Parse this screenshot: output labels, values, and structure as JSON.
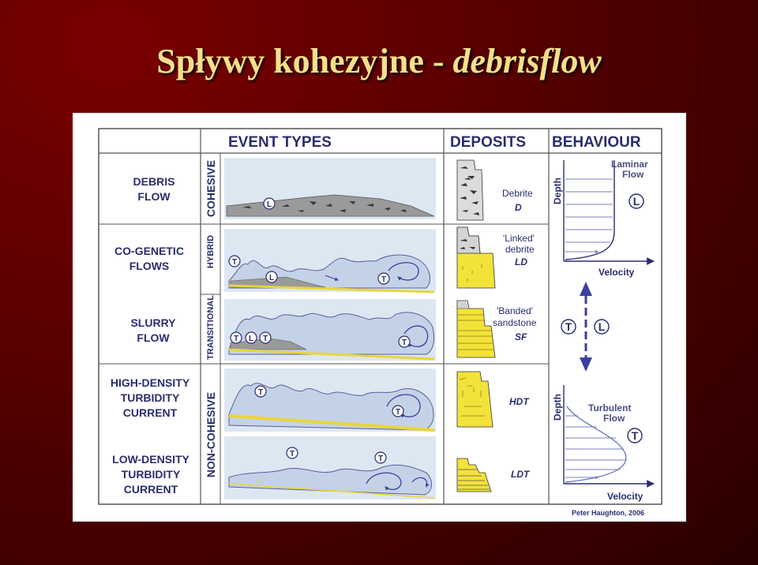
{
  "slide": {
    "title_plain": "Spływy kohezyjne - ",
    "title_italic": "debrisflow"
  },
  "figure": {
    "headers": {
      "events": "EVENT TYPES",
      "deposits": "DEPOSITS",
      "behaviour": "BEHAVIOUR"
    },
    "rows": [
      {
        "l1": "DEBRIS",
        "l2": "FLOW",
        "l3": ""
      },
      {
        "l1": "CO-GENETIC",
        "l2": "FLOWS",
        "l3": ""
      },
      {
        "l1": "SLURRY",
        "l2": "FLOW",
        "l3": ""
      },
      {
        "l1": "HIGH-DENSITY",
        "l2": "TURBIDITY",
        "l3": "CURRENT"
      },
      {
        "l1": "LOW-DENSITY",
        "l2": "TURBIDITY",
        "l3": "CURRENT"
      }
    ],
    "categories": {
      "cohesive": "COHESIVE",
      "hybrid": "HYBRID",
      "transitional": "TRANSITIONAL",
      "non_cohesive": "NON-COHESIVE"
    },
    "deposits": {
      "debrite": "Debrite",
      "debrite_code": "D",
      "linked_1": "'Linked'",
      "linked_2": "debrite",
      "linked_code": "LD",
      "banded_1": "'Banded'",
      "banded_2": "sandstone",
      "banded_code": "SF",
      "hdt": "HDT",
      "ldt": "LDT"
    },
    "behaviour": {
      "depth": "Depth",
      "velocity": "Velocity",
      "laminar_1": "Laminar",
      "laminar_2": "Flow",
      "turbulent_1": "Turbulent",
      "turbulent_2": "Flow"
    },
    "markers": {
      "turbulent": "T",
      "laminar": "L"
    },
    "credit": "Peter Haughton, 2006",
    "colors": {
      "navy": "#2a2d6e",
      "flow_bg": "#d6e3f0",
      "sand": "#f3e23a",
      "debris": "#8e8e8e",
      "arrow": "#3b3fa0"
    }
  }
}
